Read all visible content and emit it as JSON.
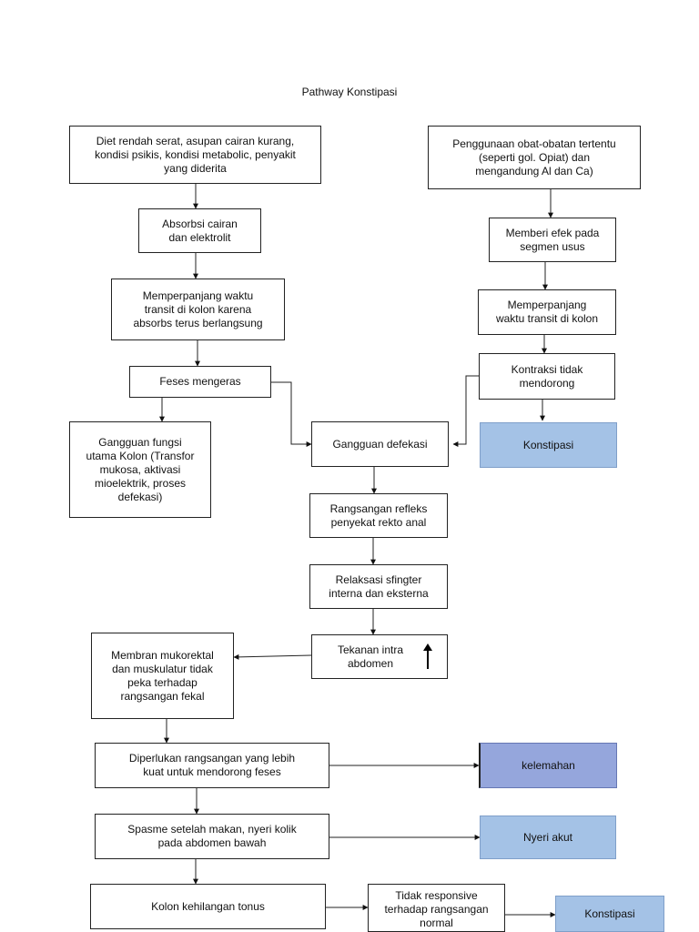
{
  "title": "Pathway Konstipasi",
  "nodes": {
    "diet": "Diet rendah serat, asupan cairan kurang,\nkondisi psikis, kondisi metabolic, penyakit\nyang diderita",
    "obat": "Penggunaan obat-obatan tertentu\n(seperti gol. Opiat) dan\nmengandung Al dan Ca)",
    "absorbsi": "Absorbsi cairan\ndan elektrolit",
    "efek": "Memberi efek pada\nsegmen usus",
    "memperpanjang_kiri": "Memperpanjang waktu\ntransit di kolon karena\nabsorbs terus berlangsung",
    "memperpanjang_kanan": "Memperpanjang\nwaktu transit di kolon",
    "kontraksi": "Kontraksi tidak\nmendorong",
    "feses": "Feses mengeras",
    "gangguan_fungsi": "Gangguan fungsi\nutama Kolon (Transfor\nmukosa, aktivasi\nmioelektrik, proses\ndefekasi)",
    "gangguan_defekasi": "Gangguan defekasi",
    "konstipasi_1": "Konstipasi",
    "rangsangan": "Rangsangan refleks\npenyekat rekto anal",
    "relaksasi": "Relaksasi sfingter\ninterna dan eksterna",
    "tekanan": "Tekanan intra\nabdomen",
    "membran": "Membran mukorektal\ndan muskulatur tidak\npeka terhadap\nrangsangan fekal",
    "diperlukan": "Diperlukan rangsangan yang lebih\nkuat untuk mendorong feses",
    "kelemahan": "kelemahan",
    "spasme": "Spasme setelah makan, nyeri kolik\npada abdomen bawah",
    "nyeri": "Nyeri akut",
    "kolon": "Kolon kehilangan tonus",
    "tidak_responsive": "Tidak responsive\nterhadap rangsangan\nnormal",
    "konstipasi_2": "Konstipasi"
  }
}
